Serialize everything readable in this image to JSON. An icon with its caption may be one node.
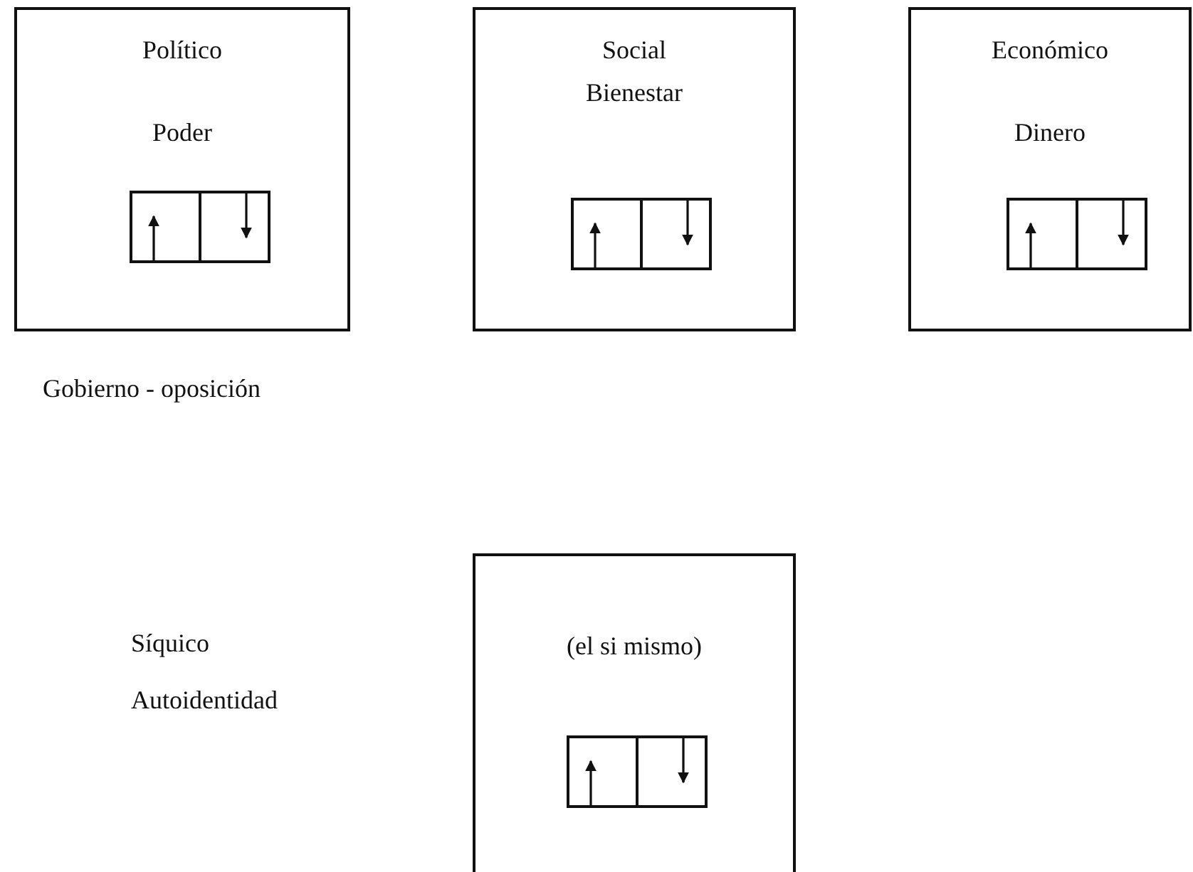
{
  "diagram": {
    "nodes": [
      {
        "text": [
          "Político",
          "Poder"
        ]
      },
      {
        "text": [
          "Social",
          "Bienestar"
        ]
      },
      {
        "text": [
          "Económico",
          "Dinero"
        ]
      },
      {
        "text": [
          "(el si mismo)"
        ]
      }
    ],
    "labels": [
      "Gobierno - oposición",
      "Síquico",
      "Autoidentidad"
    ]
  }
}
